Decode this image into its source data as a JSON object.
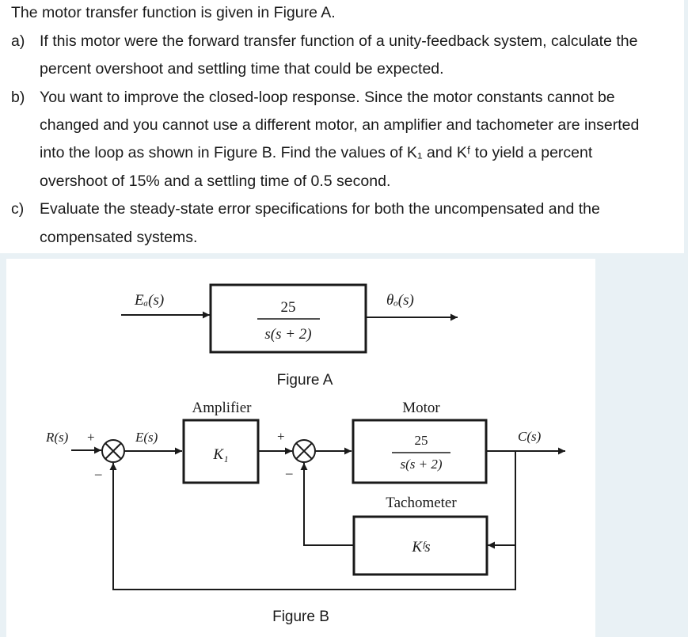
{
  "question": {
    "intro": "The motor transfer function is given in Figure A.",
    "parts": [
      {
        "marker": "a)",
        "lines": [
          "If this motor were the forward transfer function of a unity-feedback system, calculate the",
          "percent overshoot and settling time that could be expected."
        ]
      },
      {
        "marker": "b)",
        "lines": [
          "You want to improve the closed-loop response. Since the motor constants cannot be",
          "changed and you cannot use a different motor, an amplifier and tachometer are inserted",
          "into the loop as shown in Figure B. Find the values of K₁ and Kᶠ to yield a percent",
          "overshoot of 15% and a settling time of 0.5 second."
        ]
      },
      {
        "marker": "c)",
        "lines": [
          "Evaluate the steady-state error specifications for both the uncompensated and the",
          "compensated systems."
        ]
      }
    ]
  },
  "figure_a": {
    "input_label": "Eₐ(s)",
    "output_label": "θₒ(s)",
    "tf_numerator": "25",
    "tf_denominator": "s(s + 2)",
    "caption": "Figure A"
  },
  "figure_b": {
    "input_label": "R(s)",
    "error_label": "E(s)",
    "output_label": "C(s)",
    "plus_sign": "+",
    "minus_sign": "–",
    "amplifier_title": "Amplifier",
    "amplifier_gain": "K₁",
    "motor_title": "Motor",
    "motor_numerator": "25",
    "motor_denominator": "s(s + 2)",
    "tachometer_title": "Tachometer",
    "tachometer_tf": "Kᶠs",
    "caption": "Figure B"
  }
}
